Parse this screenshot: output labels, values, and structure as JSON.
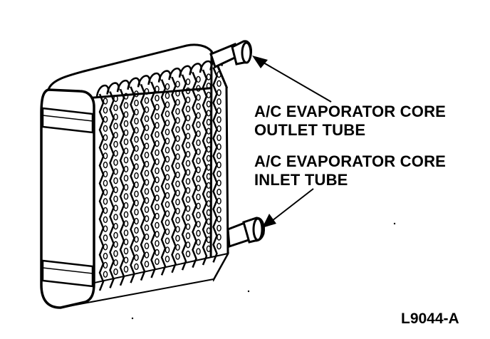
{
  "callouts": {
    "outlet": {
      "line1": "A/C EVAPORATOR CORE",
      "line2": "OUTLET TUBE"
    },
    "inlet": {
      "line1": "A/C EVAPORATOR CORE",
      "line2": "INLET TUBE"
    }
  },
  "figure_id": "L9044-A",
  "colors": {
    "ink": "#000000",
    "paper": "#ffffff"
  }
}
